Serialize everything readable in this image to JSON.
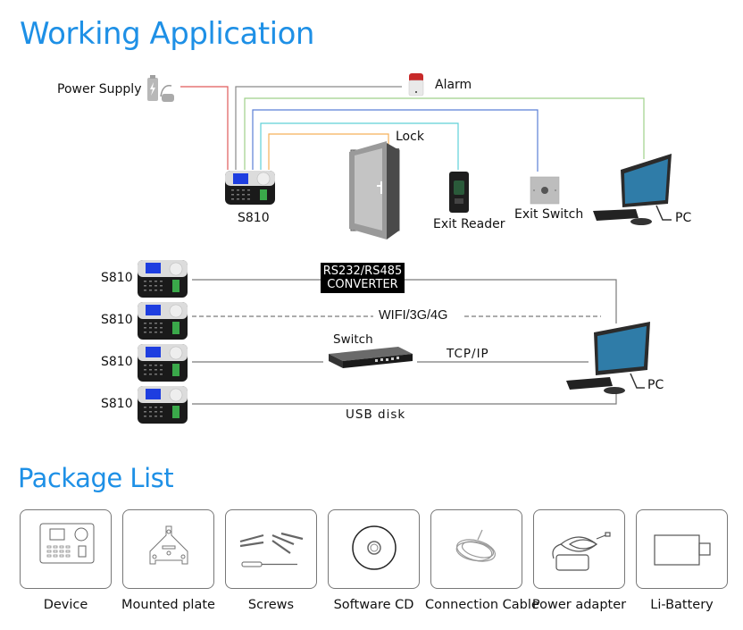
{
  "working_application": {
    "title": "Working Application",
    "top_diagram": {
      "power_supply_label": "Power Supply",
      "alarm_label": "Alarm",
      "lock_label": "Lock",
      "device_label": "S810",
      "exit_reader_label": "Exit Reader",
      "exit_switch_label": "Exit Switch",
      "pc_label": "PC",
      "wire_colors": {
        "power": "#e05a5a",
        "alarm": "#8a8a8a",
        "pc": "#9fd08a",
        "exit_switch": "#5b7fd6",
        "exit_reader": "#5fd0d8",
        "lock": "#f5b05a"
      }
    },
    "network_diagram": {
      "devices": [
        {
          "label": "S810",
          "connection": "RS232/RS485 CONVERTER"
        },
        {
          "label": "S810",
          "connection": "WIFI/3G/4G"
        },
        {
          "label": "S810",
          "connection": "TCP/IP"
        },
        {
          "label": "S810",
          "connection": "USB disk"
        }
      ],
      "converter_line1": "RS232/RS485",
      "converter_line2": "CONVERTER",
      "wireless_label": "WIFI/3G/4G",
      "switch_label": "Switch",
      "tcpip_label": "TCP/IP",
      "usb_label": "USB disk",
      "pc_label": "PC"
    }
  },
  "package_list": {
    "title": "Package List",
    "items": [
      {
        "label": "Device",
        "icon": "device-icon"
      },
      {
        "label": "Mounted plate",
        "icon": "mounting-plate-icon"
      },
      {
        "label": "Screws",
        "icon": "screws-icon"
      },
      {
        "label": "Software CD",
        "icon": "cd-icon"
      },
      {
        "label": "Connection Cable",
        "icon": "cable-icon"
      },
      {
        "label": "Power adapter",
        "icon": "power-adapter-icon"
      },
      {
        "label": "Li-Battery",
        "icon": "battery-icon"
      }
    ]
  }
}
